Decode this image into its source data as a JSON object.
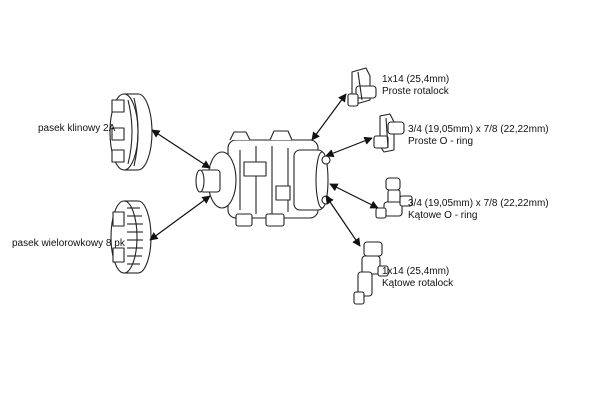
{
  "pulleys": {
    "v_belt": "pasek klinowy 2A",
    "poly_v": "pasek wielorowkowy 8 pk"
  },
  "fittings": [
    {
      "line1": "1x14 (25,4mm)",
      "line2": "Proste rotalock"
    },
    {
      "line1": "3/4 (19,05mm) x 7/8 (22,22mm)",
      "line2": "Proste O - ring"
    },
    {
      "line1": "3/4 (19,05mm) x 7/8 (22,22mm)",
      "line2": "Kątowe O - ring"
    },
    {
      "line1": "1x14 (25,4mm)",
      "line2": "Kątowe rotalock"
    }
  ]
}
